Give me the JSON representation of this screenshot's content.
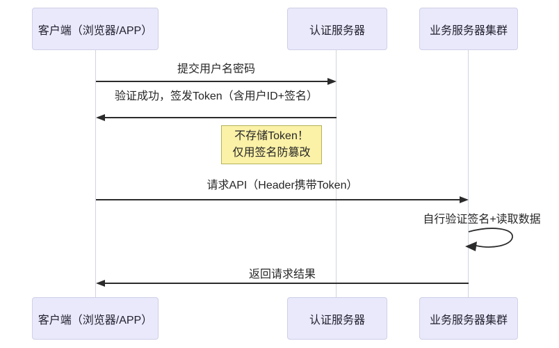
{
  "diagram_type": "sequence-diagram",
  "actors": [
    {
      "id": "client",
      "label": "客户端（浏览器/APP）"
    },
    {
      "id": "auth_server",
      "label": "认证服务器"
    },
    {
      "id": "business_cluster",
      "label": "业务服务器集群"
    }
  ],
  "messages": [
    {
      "from": "client",
      "to": "auth_server",
      "label": "提交用户名密码",
      "style": "solid",
      "direction": "right"
    },
    {
      "from": "auth_server",
      "to": "client",
      "label": "验证成功，签发Token（含用户ID+签名）",
      "style": "solid",
      "direction": "left"
    },
    {
      "from": "client",
      "to": "business_cluster",
      "label": "请求API（Header携带Token）",
      "style": "solid",
      "direction": "right"
    },
    {
      "from": "business_cluster",
      "to": "business_cluster",
      "label": "自行验证签名+读取数据",
      "style": "self-loop"
    },
    {
      "from": "business_cluster",
      "to": "client",
      "label": "返回请求结果",
      "style": "solid",
      "direction": "left"
    }
  ],
  "note": {
    "lines": [
      "不存储Token！",
      "仅用签名防篡改"
    ],
    "attached_between": [
      "client",
      "auth_server"
    ]
  },
  "colors": {
    "actor_fill": "#e9e9fb",
    "actor_border": "#cfcfe8",
    "lifeline": "#d2d2e0",
    "arrow": "#2b2b2b",
    "note_fill": "#fbf1a7",
    "note_border": "#b3b35a",
    "text": "#262626",
    "background": "#ffffff"
  }
}
